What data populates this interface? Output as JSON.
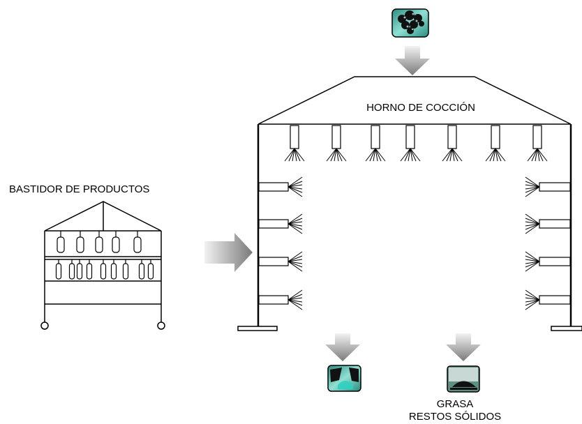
{
  "labels": {
    "rack": "BASTIDOR  DE PRODUCTOS",
    "oven": "HORNO DE COCCIÓN",
    "output_line1": "GRASA",
    "output_line2": "RESTOS SÓLIDOS"
  },
  "icons": {
    "input": "steam-cloud-icon",
    "output_left": "water-drain-icon",
    "output_right": "solid-residue-icon"
  },
  "colors": {
    "icon_fill": "#6fbfae",
    "icon_dark": "#111111",
    "arrow_light": "#f0f0f0",
    "arrow_dark": "#7a7a7a",
    "line": "#000000"
  }
}
